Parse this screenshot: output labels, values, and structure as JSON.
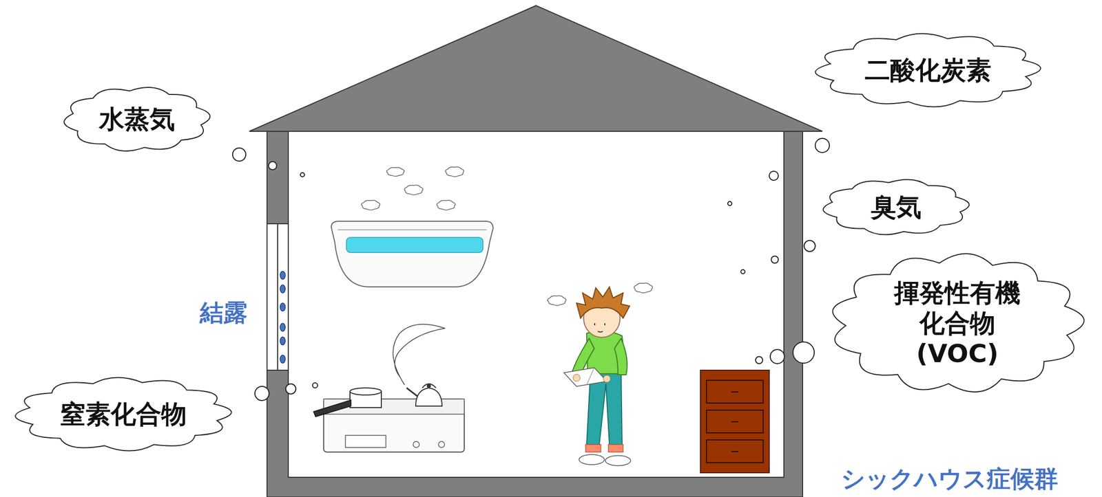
{
  "diagram": {
    "nodes": [
      {
        "text": [
          "水蒸気"
        ]
      },
      {
        "text": [
          "二酸化炭素"
        ]
      },
      {
        "text": [
          "臭気"
        ]
      },
      {
        "text": [
          "揮発性有機 化合物(VOC)"
        ]
      },
      {
        "text": [
          "窒素化合物"
        ]
      }
    ],
    "labels": [
      "結露",
      "シックハウス症候群"
    ]
  }
}
